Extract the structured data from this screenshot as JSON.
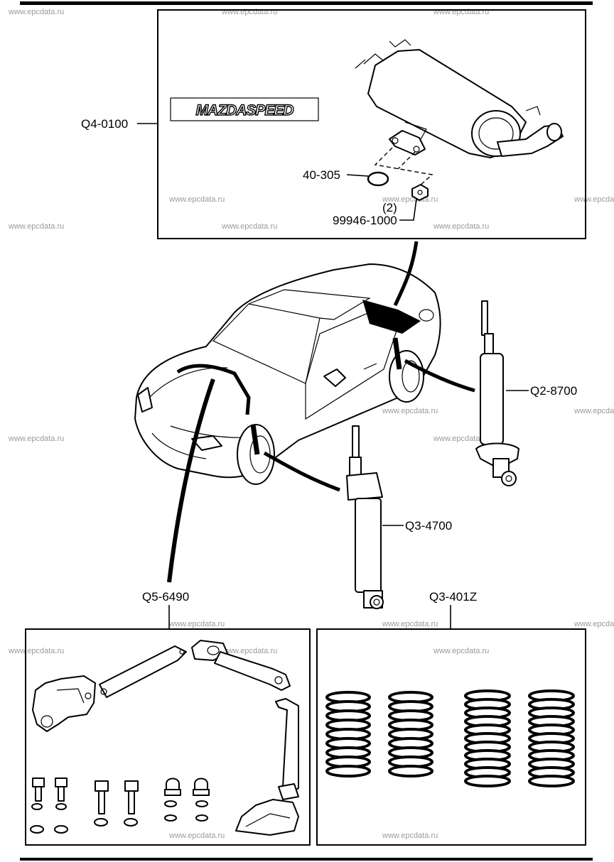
{
  "watermark": "www.epcdata.ru",
  "logo_text": "MAZDASPEED",
  "callouts": {
    "muffler_kit": "Q4-0100",
    "gasket": "40-305",
    "nut_qty": "(2)",
    "nut": "99946-1000",
    "rear_shock": "Q2-8700",
    "front_shock": "Q3-4700",
    "strut_bar_kit": "Q5-6490",
    "spring_set": "Q3-401Z"
  },
  "colors": {
    "ink": "#000000",
    "watermark": "#9a9a9a"
  }
}
